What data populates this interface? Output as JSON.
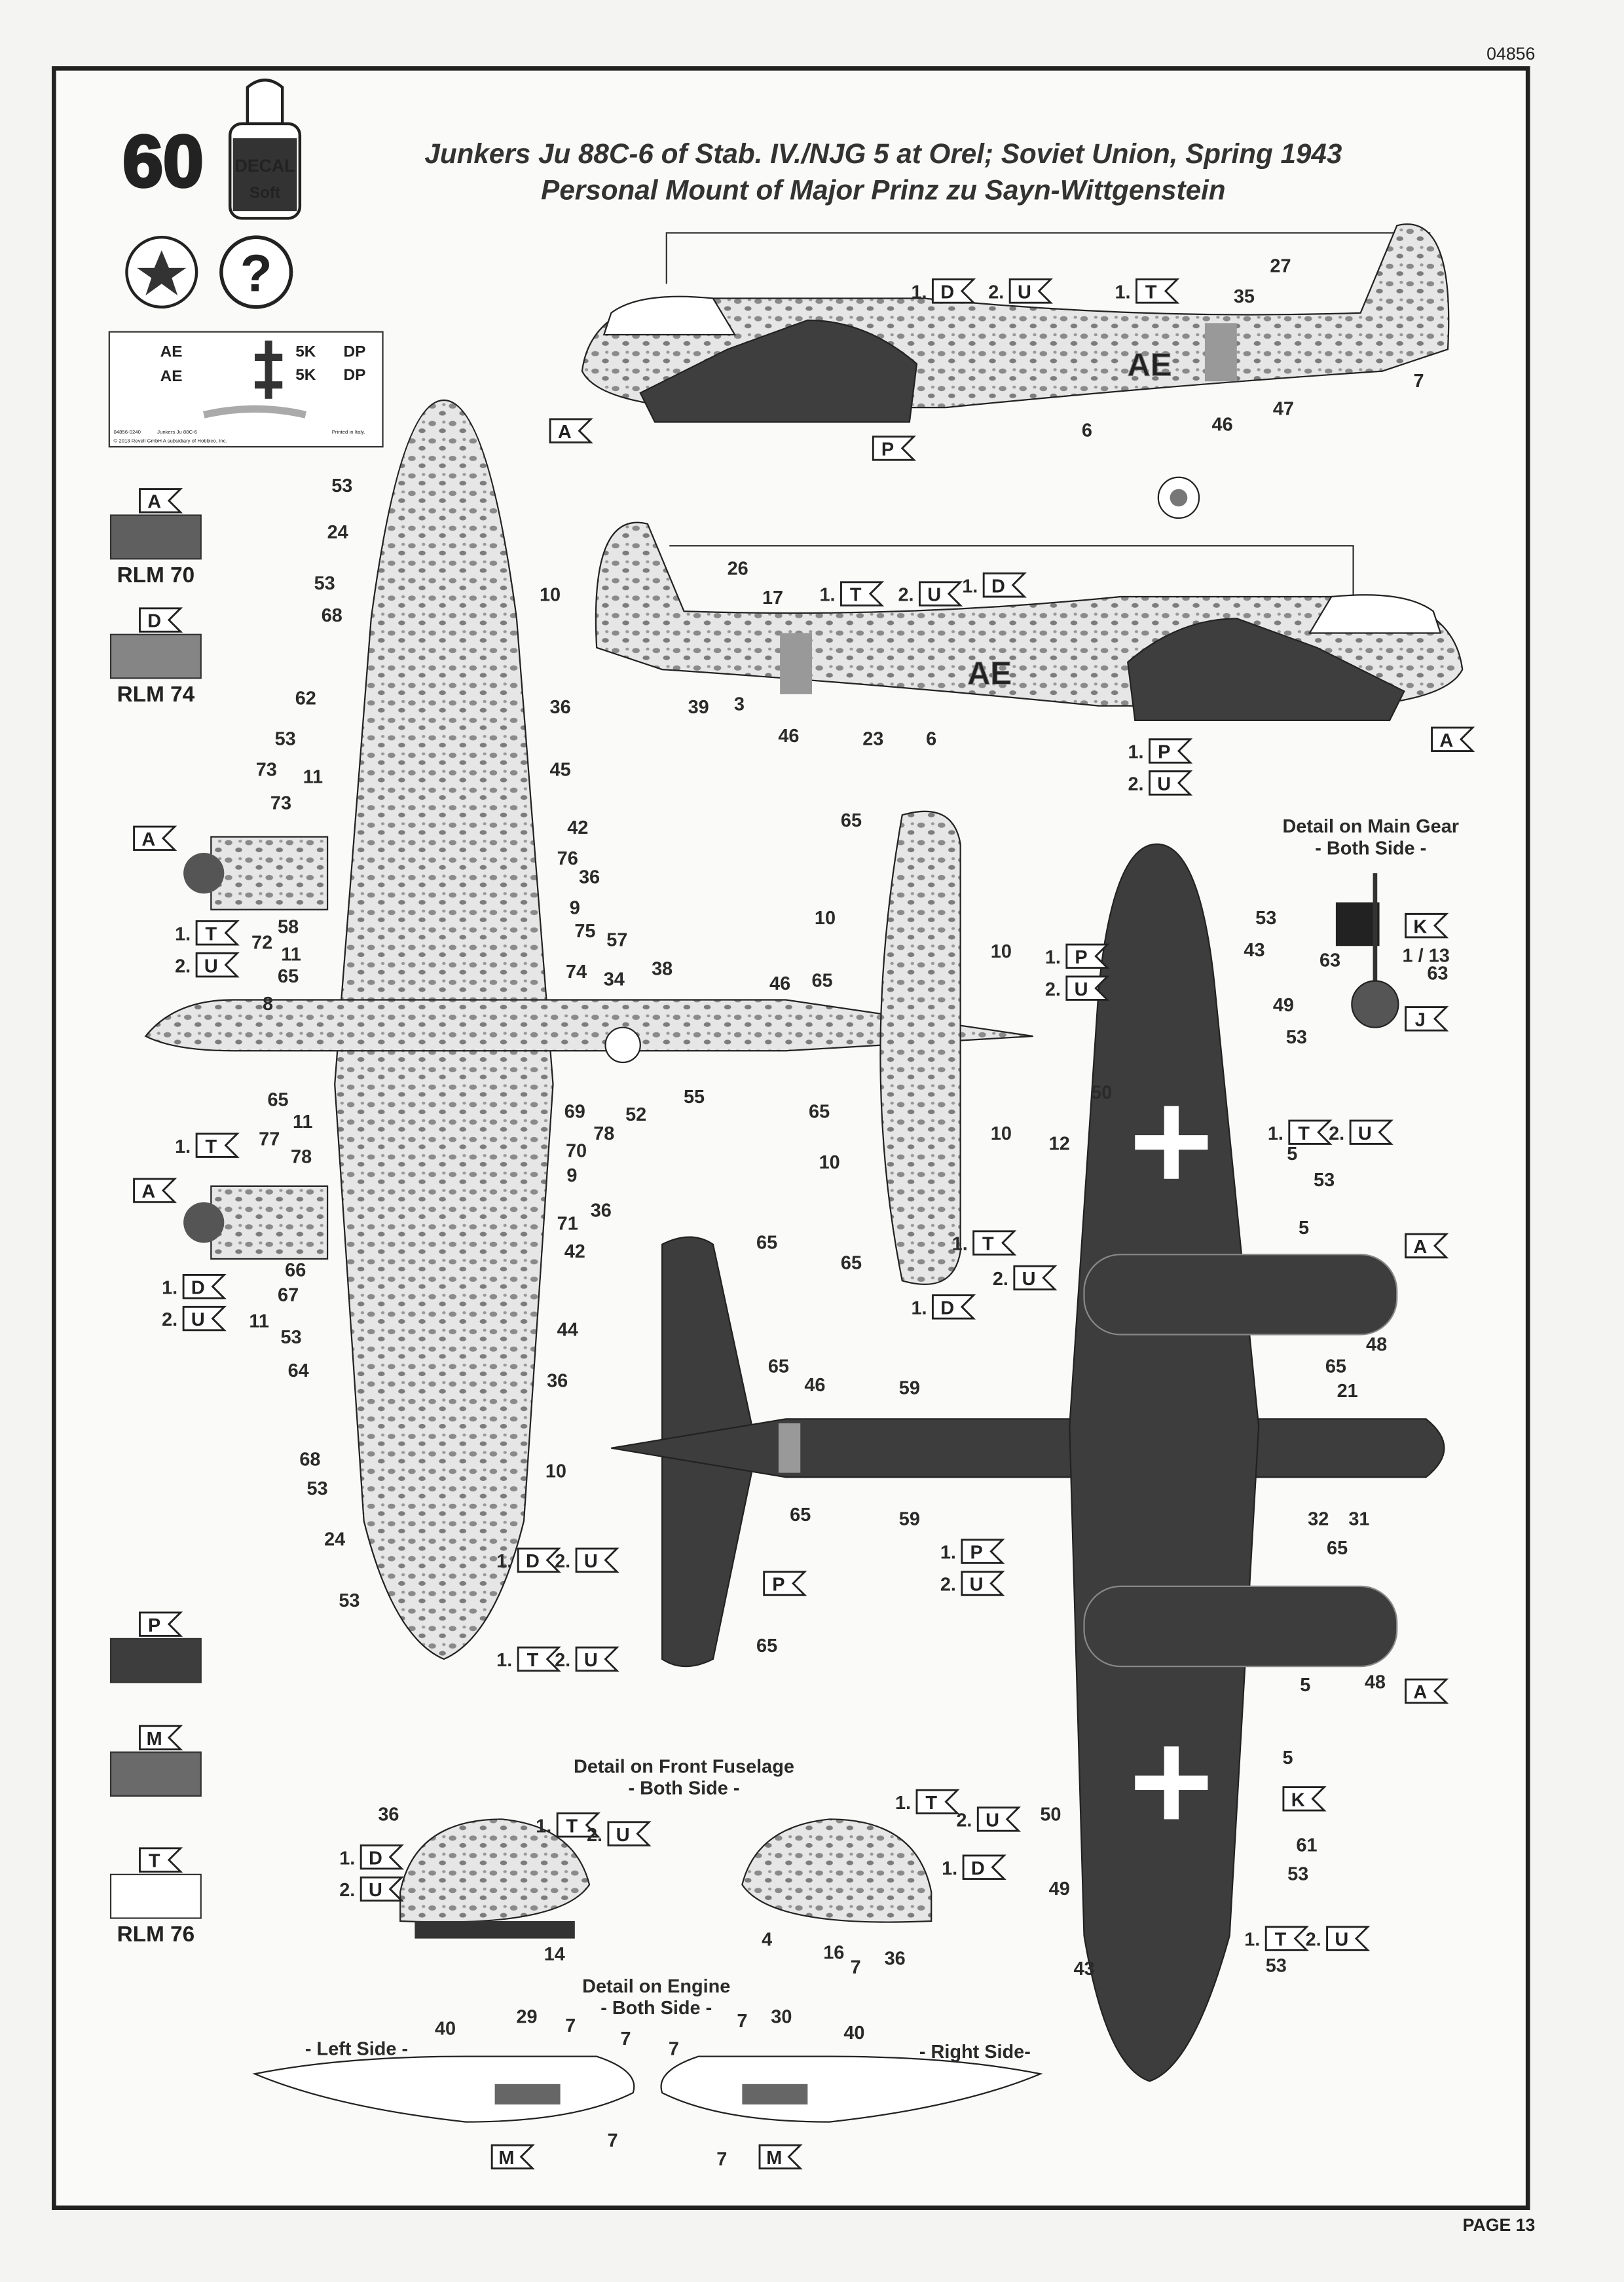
{
  "header": {
    "page_code": "04856",
    "step_number": "60",
    "title_line1": "Junkers Ju 88C-6 of Stab. IV./NJG 5 at Orel; Soviet Union, Spring 1943",
    "title_line2": "Personal Mount of Major Prinz zu Sayn-Wittgenstein",
    "decal_bottle_label": "DECAL",
    "decal_bottle_sub": "Soft",
    "help_icon": "?"
  },
  "decal_sheet": {
    "markings": [
      "AE",
      "AE",
      "5K",
      "DP",
      "5K",
      "DP"
    ],
    "code": "04856-0240",
    "name": "Junkers Ju 88C-6",
    "copyright": "© 2013 Revell GmbH A subsidiary of Hobbico, Inc.",
    "printed": "Printed in Italy."
  },
  "color_legend": [
    {
      "code": "A",
      "name": "RLM 70",
      "hex": "#5f5f5f"
    },
    {
      "code": "D",
      "name": "RLM 74",
      "hex": "#858585"
    },
    {
      "code": "P",
      "name": "",
      "hex": "#3d3d3d"
    },
    {
      "code": "M",
      "name": "",
      "hex": "#6a6a6a"
    },
    {
      "code": "T",
      "name": "RLM 76",
      "hex": "#ffffff"
    }
  ],
  "details": {
    "main_gear_title": "Detail on Main Gear",
    "main_gear_sub": "- Both Side -",
    "front_fuselage_title": "Detail on Front Fuselage",
    "front_fuselage_sub": "- Both Side -",
    "engine_title": "Detail on Engine",
    "engine_sub": "- Both Side -",
    "left_side": "- Left Side -",
    "right_side": "- Right Side-",
    "gear_fraction": "1 / 13"
  },
  "fuselage_code": "AE",
  "callouts": [
    "27",
    "35",
    "7",
    "47",
    "46",
    "6",
    "26",
    "17",
    "39",
    "3",
    "46",
    "23",
    "6",
    "53",
    "24",
    "53",
    "68",
    "10",
    "62",
    "36",
    "53",
    "73",
    "11",
    "73",
    "45",
    "42",
    "76",
    "36",
    "72",
    "58",
    "11",
    "65",
    "8",
    "9",
    "75",
    "57",
    "74",
    "34",
    "38",
    "46",
    "52",
    "55",
    "65",
    "11",
    "77",
    "69",
    "78",
    "70",
    "9",
    "78",
    "36",
    "71",
    "42",
    "66",
    "67",
    "11",
    "53",
    "44",
    "64",
    "36",
    "68",
    "53",
    "10",
    "24",
    "53",
    "65",
    "10",
    "10",
    "65",
    "65",
    "10",
    "10",
    "65",
    "65",
    "65",
    "46",
    "59",
    "59",
    "65",
    "65",
    "53",
    "43",
    "49",
    "53",
    "50",
    "12",
    "5",
    "53",
    "5",
    "48",
    "65",
    "21",
    "32",
    "31",
    "65",
    "5",
    "48",
    "5",
    "50",
    "61",
    "53",
    "49",
    "43",
    "53",
    "63",
    "63",
    "36",
    "14",
    "4",
    "16",
    "7",
    "36",
    "40",
    "29",
    "7",
    "7",
    "7",
    "7",
    "7",
    "30",
    "40",
    "7"
  ],
  "codes": [
    {
      "p": "1.",
      "c": "D"
    },
    {
      "p": "2.",
      "c": "U"
    },
    {
      "p": "1.",
      "c": "T"
    },
    {
      "p": "",
      "c": "P"
    },
    {
      "p": "",
      "c": "A"
    },
    {
      "p": "1.",
      "c": "T"
    },
    {
      "p": "2.",
      "c": "U"
    },
    {
      "p": "1.",
      "c": "D"
    },
    {
      "p": "1.",
      "c": "P"
    },
    {
      "p": "2.",
      "c": "U"
    },
    {
      "p": "",
      "c": "A"
    },
    {
      "p": "",
      "c": "A"
    },
    {
      "p": "1.",
      "c": "T"
    },
    {
      "p": "2.",
      "c": "U"
    },
    {
      "p": "1.",
      "c": "T"
    },
    {
      "p": "",
      "c": "A"
    },
    {
      "p": "1.",
      "c": "D"
    },
    {
      "p": "2.",
      "c": "U"
    },
    {
      "p": "1.",
      "c": "D"
    },
    {
      "p": "2.",
      "c": "U"
    },
    {
      "p": "1.",
      "c": "T"
    },
    {
      "p": "2.",
      "c": "U"
    },
    {
      "p": "1.",
      "c": "T"
    },
    {
      "p": "2.",
      "c": "U"
    },
    {
      "p": "1.",
      "c": "D"
    },
    {
      "p": "1.",
      "c": "P"
    },
    {
      "p": "2.",
      "c": "U"
    },
    {
      "p": "",
      "c": "P"
    },
    {
      "p": "1.",
      "c": "P"
    },
    {
      "p": "2.",
      "c": "U"
    },
    {
      "p": "1.",
      "c": "T"
    },
    {
      "p": "2.",
      "c": "U"
    },
    {
      "p": "",
      "c": "A"
    },
    {
      "p": "",
      "c": "A"
    },
    {
      "p": "",
      "c": "K"
    },
    {
      "p": "1.",
      "c": "T"
    },
    {
      "p": "2.",
      "c": "U"
    },
    {
      "p": "",
      "c": "K"
    },
    {
      "p": "",
      "c": "J"
    },
    {
      "p": "1.",
      "c": "D"
    },
    {
      "p": "2.",
      "c": "U"
    },
    {
      "p": "1.",
      "c": "T"
    },
    {
      "p": "2.",
      "c": "U"
    },
    {
      "p": "1.",
      "c": "T"
    },
    {
      "p": "2.",
      "c": "U"
    },
    {
      "p": "1.",
      "c": "D"
    },
    {
      "p": "",
      "c": "M"
    },
    {
      "p": "",
      "c": "M"
    }
  ],
  "footer": {
    "page_label": "PAGE 13"
  }
}
